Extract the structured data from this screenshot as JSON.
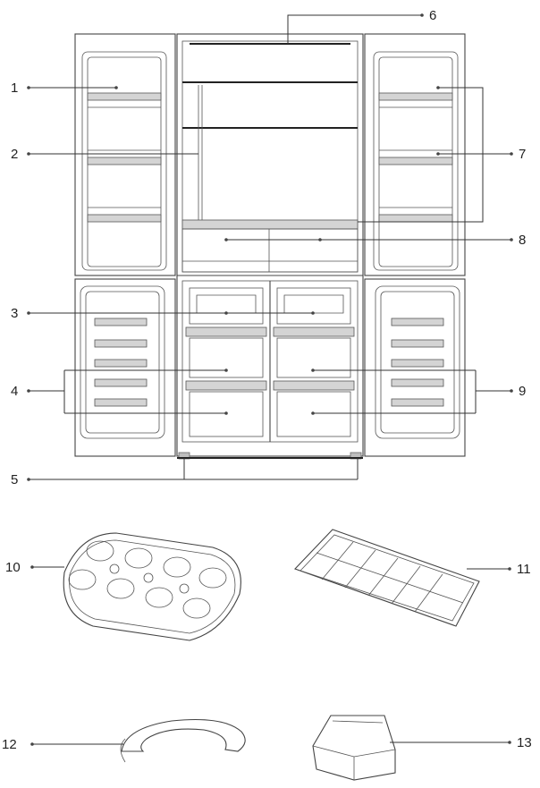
{
  "callouts": [
    {
      "id": "1",
      "label": "1"
    },
    {
      "id": "2",
      "label": "2"
    },
    {
      "id": "3",
      "label": "3"
    },
    {
      "id": "4",
      "label": "4"
    },
    {
      "id": "5",
      "label": "5"
    },
    {
      "id": "6",
      "label": "6"
    },
    {
      "id": "7",
      "label": "7"
    },
    {
      "id": "8",
      "label": "8"
    },
    {
      "id": "9",
      "label": "9"
    },
    {
      "id": "10",
      "label": "10"
    },
    {
      "id": "11",
      "label": "11"
    },
    {
      "id": "12",
      "label": "12"
    },
    {
      "id": "13",
      "label": "13"
    }
  ],
  "colors": {
    "line": "#333333",
    "shelf_fill": "#d4d4d4",
    "background": "#ffffff"
  }
}
